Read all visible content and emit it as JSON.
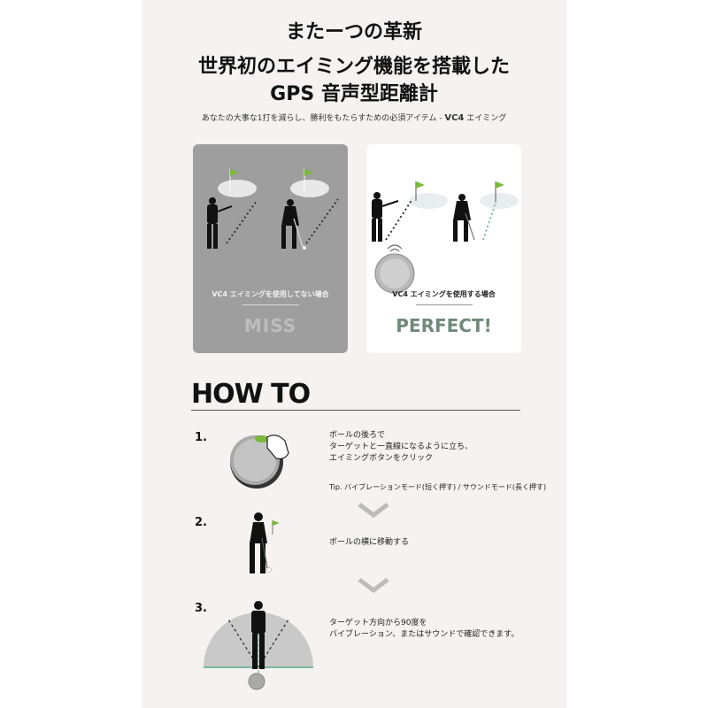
{
  "headline": {
    "line1": "またーつの革新",
    "line2": "世界初のエイミング機能を搭載した",
    "line3": "GPS 音声型距離計"
  },
  "subtitle": {
    "text": "あなたの大事な1打を減らし、勝利をもたらすための必須アイテム - ",
    "brand": "VC4",
    "suffix": " エイミング"
  },
  "compare": {
    "left": {
      "caption": "VC4 エイミングを使用してない場合",
      "result": "MISS"
    },
    "right": {
      "caption": "VC4 エイミングを使用する場合",
      "result": "PERFECT!"
    }
  },
  "howto": {
    "title": "HOW TO",
    "steps": [
      {
        "num": "1.",
        "lines": [
          "ボールの後ろで",
          "ターゲットと一直線になるように立ち、",
          "エイミングボタンをクリック"
        ],
        "tip": "Tip. バイブレーションモード(短く押す) / サウンドモード(長く押す)"
      },
      {
        "num": "2.",
        "lines": [
          "ボールの横に移動する"
        ]
      },
      {
        "num": "3.",
        "lines": [
          "ターゲット方向から90度を",
          "バイブレーション、またはサウンドで確認できます。"
        ]
      }
    ]
  },
  "colors": {
    "accent_green": "#7bb83a",
    "perfect": "#6f8a7a"
  }
}
